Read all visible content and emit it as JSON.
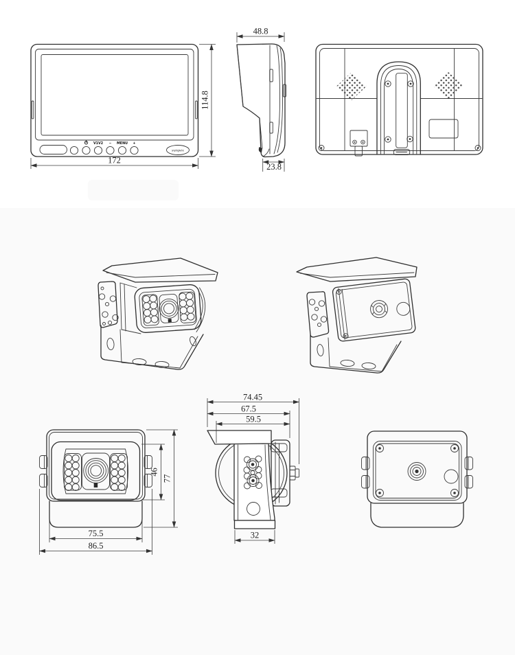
{
  "document": {
    "kind": "product-dimension-diagram",
    "background": "#ffffff",
    "lower_band_color": "#fafafa",
    "line_color": "#2e2e2e"
  },
  "views": {
    "monitor_front": {
      "dims": {
        "width": "172",
        "height": "114.8"
      },
      "buttons": [
        {
          "icon": "",
          "label": ""
        },
        {
          "icon": "power-icon",
          "label": ""
        },
        {
          "icon": "",
          "label": "V1V2"
        },
        {
          "icon": "",
          "label": "−"
        },
        {
          "icon": "",
          "label": "MENU"
        },
        {
          "icon": "",
          "label": "+"
        }
      ],
      "logo_text": "sunpex"
    },
    "monitor_side": {
      "dims": {
        "top_depth": "48.8",
        "bottom_depth": "23.8"
      }
    },
    "monitor_back": {},
    "camera_front_3q": {},
    "camera_rear_3q": {},
    "camera_front": {
      "dims": {
        "inner_width": "75.5",
        "outer_width": "86.5",
        "inner_height": "46",
        "outer_height": "77"
      }
    },
    "camera_side": {
      "dims": {
        "overall_depth": "74.45",
        "mid_depth": "67.5",
        "body_depth": "59.5",
        "bracket_width": "32"
      }
    },
    "camera_back": {}
  }
}
